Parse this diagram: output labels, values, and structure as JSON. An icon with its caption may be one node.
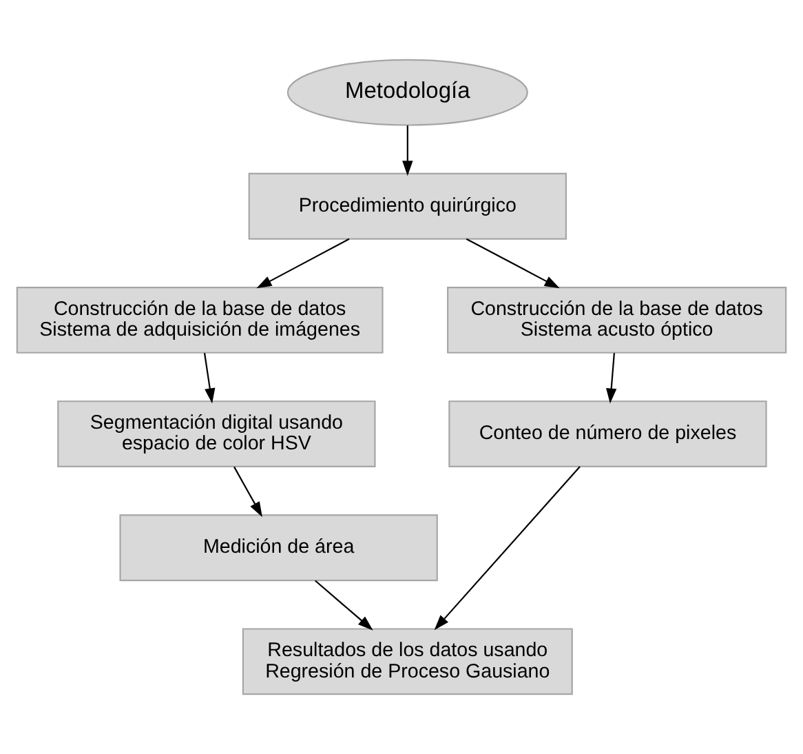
{
  "diagram": {
    "nodes": [
      {
        "text": [
          "Metodología"
        ]
      },
      {
        "text": [
          "Procedimiento quirúrgico"
        ]
      },
      {
        "text": [
          "Construcción de la base de datos Sistema de adquisición de imágenes"
        ]
      },
      {
        "text": [
          "Construcción de la base de datos Sistema acusto óptico"
        ]
      },
      {
        "text": [
          "Segmentación digital usando espacio de color HSV"
        ]
      },
      {
        "text": [
          "Conteo de número de pixeles"
        ]
      },
      {
        "text": [
          "Medición de área"
        ]
      },
      {
        "text": [
          "Resultados de los datos usando Regresión de Proceso Gausiano"
        ]
      }
    ],
    "edges": [
      {
        "from": 0,
        "to": 1,
        "arrow": "to"
      },
      {
        "from": 1,
        "to": 2,
        "arrow": "to"
      },
      {
        "from": 1,
        "to": 3,
        "arrow": "to"
      },
      {
        "from": 2,
        "to": 4,
        "arrow": "to"
      },
      {
        "from": 3,
        "to": 5,
        "arrow": "to"
      },
      {
        "from": 4,
        "to": 6,
        "arrow": "to"
      },
      {
        "from": 6,
        "to": 7,
        "arrow": "to"
      },
      {
        "from": 5,
        "to": 7,
        "arrow": "to"
      }
    ]
  }
}
